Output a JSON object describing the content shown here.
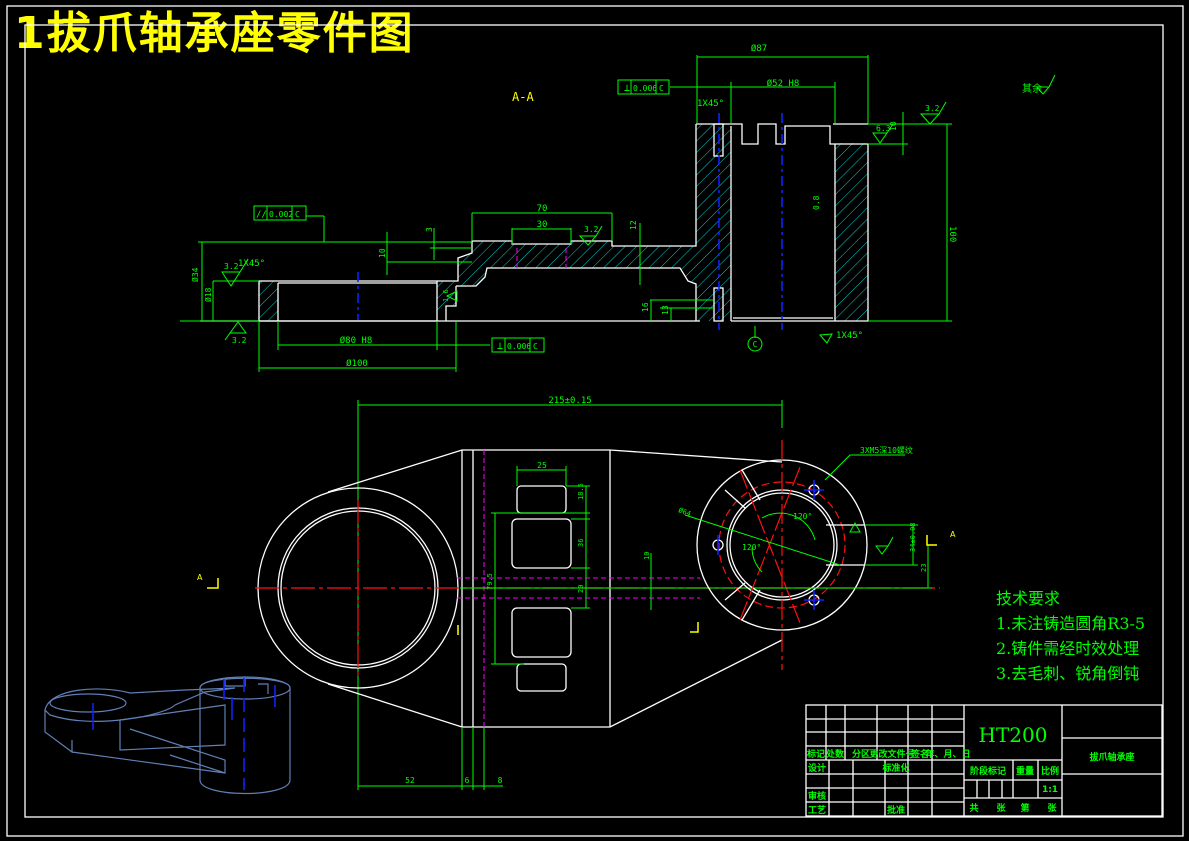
{
  "title": "1拔爪轴承座零件图",
  "section_label": "A-A",
  "section_marks": {
    "left": "A",
    "right": "A"
  },
  "datum_label": "C",
  "roughness_other": "其余",
  "dimensions": {
    "top_overall": "Ø87",
    "top_bore": "Ø52 H8",
    "chamfer_top": "1X45°",
    "chamfer_bottom": "1X45°",
    "chamfer_left": "1X45°",
    "flange_len_70": "70",
    "flange_len_30": "30",
    "dim_3": "3",
    "dim_10": "10",
    "dim_12": "12",
    "dim_16": "16",
    "dim_13": "13",
    "dim_10_top": "10",
    "height_100": "100",
    "dia_80": "Ø80 H8",
    "dia_100": "Ø100",
    "left_h1": "Ø34",
    "left_h2": "Ø18",
    "center_distance": "215±0.15",
    "bottom_52": "52",
    "bottom_6": "6",
    "bottom_8": "8",
    "pocket_25": "25",
    "pocket_185": "18.5",
    "pocket_36": "36",
    "pocket_20": "20",
    "pocket_10": "10",
    "pocket_79": "79.5",
    "angle_120": "120°",
    "angle_120b": "120°",
    "slot_width": "34±0.08",
    "slot_depth": "23",
    "hole_note": "3XM5深10螺纹",
    "pcd": "Ø64"
  },
  "tolerances": [
    {
      "symbol": "⊥",
      "value": "0.006",
      "datum": "C"
    },
    {
      "symbol": "//",
      "value": "0.002",
      "datum": "C"
    },
    {
      "symbol": "⊥",
      "value": "0.006",
      "datum": "C"
    }
  ],
  "roughness": [
    "3.2",
    "1.6",
    "3.2",
    "3.2",
    "0.8",
    "3.2",
    "6.3",
    "3.2",
    "3.2",
    "3.2"
  ],
  "tech_requirements": {
    "heading": "技术要求",
    "items": [
      "1.未注铸造圆角R3-5",
      "2.铸件需经时效处理",
      "3.去毛刺、锐角倒钝"
    ]
  },
  "title_block": {
    "material": "HT200",
    "part_name": "拔爪轴承座",
    "headers": [
      "标记",
      "处数",
      "分区",
      "更改文件号",
      "签名",
      "年、月、日"
    ],
    "rows": [
      "设计",
      "标准化",
      "审核",
      "工艺",
      "批准"
    ],
    "stage_label": "阶段标记",
    "weight_label": "重量",
    "scale_label": "比例",
    "scale": "1:1",
    "sheet_labels": [
      "共",
      "张",
      "第",
      "张"
    ]
  }
}
